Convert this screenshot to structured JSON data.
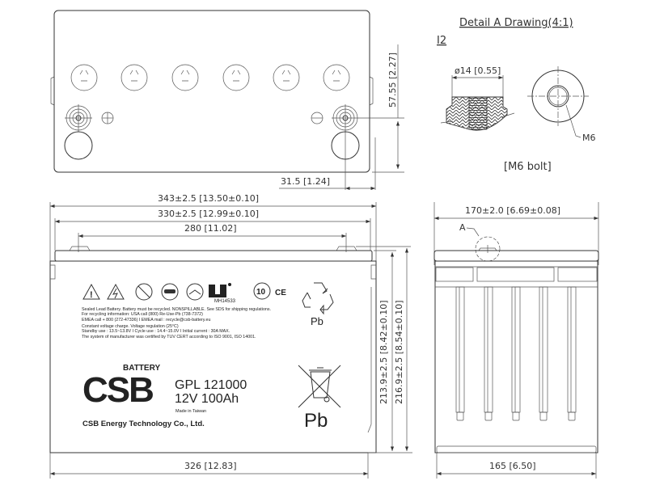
{
  "detail": {
    "title": "Detail A Drawing(4:1)",
    "view_id": "I2",
    "diameter": "ø14  [0.55]",
    "thread": "M6",
    "caption": "[M6 bolt]"
  },
  "top_view": {
    "dim_height": "57.55  [2.27]",
    "dim_offset": "31.5  [1.24]"
  },
  "front_view": {
    "dim_overall": "343±2.5  [13.50±0.10]",
    "dim_lid": "330±2.5  [12.99±0.10]",
    "dim_terminals": "280  [11.02]",
    "dim_bottom": "326  [12.83]",
    "dim_height_body": "213.9±2.5  [8.42±0.10]",
    "dim_height_total": "216.9±2.5  [8.54±0.10]"
  },
  "side_view": {
    "dim_top": "170±2.0  [6.69±0.08]",
    "dim_bottom": "165  [6.50]",
    "detail_marker": "A"
  },
  "label": {
    "cert_code": "MH14533",
    "ce_mark": "CE",
    "lines": [
      "Sealed Lead Battery. Battery must be recycled. NONSPILLABLE. See SDS for shipping regulations.",
      "For recycling information: USA call (800) Re-Use-Pb (738-7372)",
      "EMEA call  + 800 (272-47336)  I  EMEA mail  :  recycle@csb-battery.eu",
      "Constant voltage charge. Voltage regulation (25°C)",
      "Standby use  : 13.5~13.8V  I  Cycle use : 14.4~15.0V  I  Initial current : 30A MAX.",
      "The system of manufacturer was certified by TUV CERT according to ISO 9001, ISO 14001."
    ],
    "logo_text": "CSB",
    "logo_sub": "BATTERY",
    "model": "GPL 121000",
    "rating": "12V 100Ah",
    "origin": "Made in Taiwan",
    "company": "CSB Energy Technology Co., Ltd.",
    "recycle_pb": "Pb",
    "bin_pb": "Pb"
  }
}
